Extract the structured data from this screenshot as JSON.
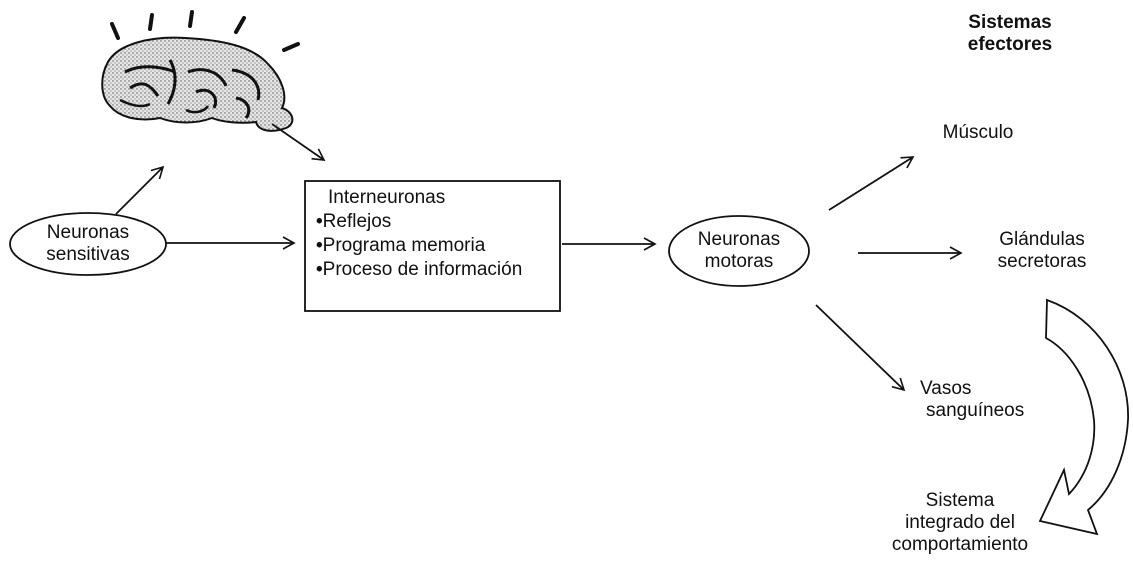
{
  "header": {
    "title_line1": "Sistemas",
    "title_line2": "efectores"
  },
  "nodes": {
    "sensory": {
      "line1": "Neuronas",
      "line2": "sensitivas"
    },
    "motor": {
      "line1": "Neuronas",
      "line2": "motoras"
    },
    "interneurons": {
      "title": "Interneuronas",
      "bullet_char": "•",
      "items": [
        "Reflejos",
        "Programa memoria",
        "Proceso de información"
      ]
    }
  },
  "effectors": {
    "muscle": "Músculo",
    "glands": {
      "line1": "Glándulas",
      "line2": "secretoras"
    },
    "vessels": {
      "line1": "Vasos",
      "line2": "sanguíneos"
    }
  },
  "integrated": {
    "line1": "Sistema",
    "line2": "integrado del",
    "line3": "comportamiento"
  },
  "icons": {
    "brain": "brain-icon",
    "curved_arrow": "curved-arrow-icon"
  },
  "colors": {
    "stroke": "#111111",
    "brain_fill": "#d9d9d9",
    "background": "#ffffff"
  }
}
